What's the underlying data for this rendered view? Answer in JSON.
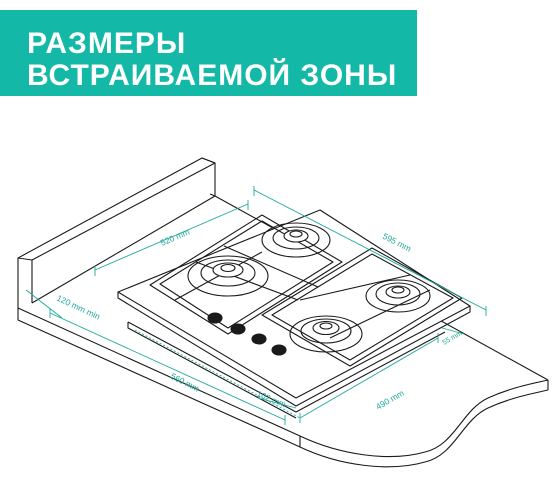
{
  "title": {
    "line1": "РАЗМЕРЫ",
    "line2": "ВСТРАИВАЕМОЙ ЗОНЫ"
  },
  "colors": {
    "accent": "#14b8a6",
    "dimension": "#1fa89a",
    "line": "#1a1a1a"
  },
  "dimensions": {
    "hob_depth": "520 mm",
    "hob_width": "595 mm",
    "wall_clearance": "120 mm min",
    "cutout_width": "560 mm",
    "front_clearance": "102 mm",
    "cutout_depth": "490 mm",
    "side_clearance": "55 mm"
  }
}
